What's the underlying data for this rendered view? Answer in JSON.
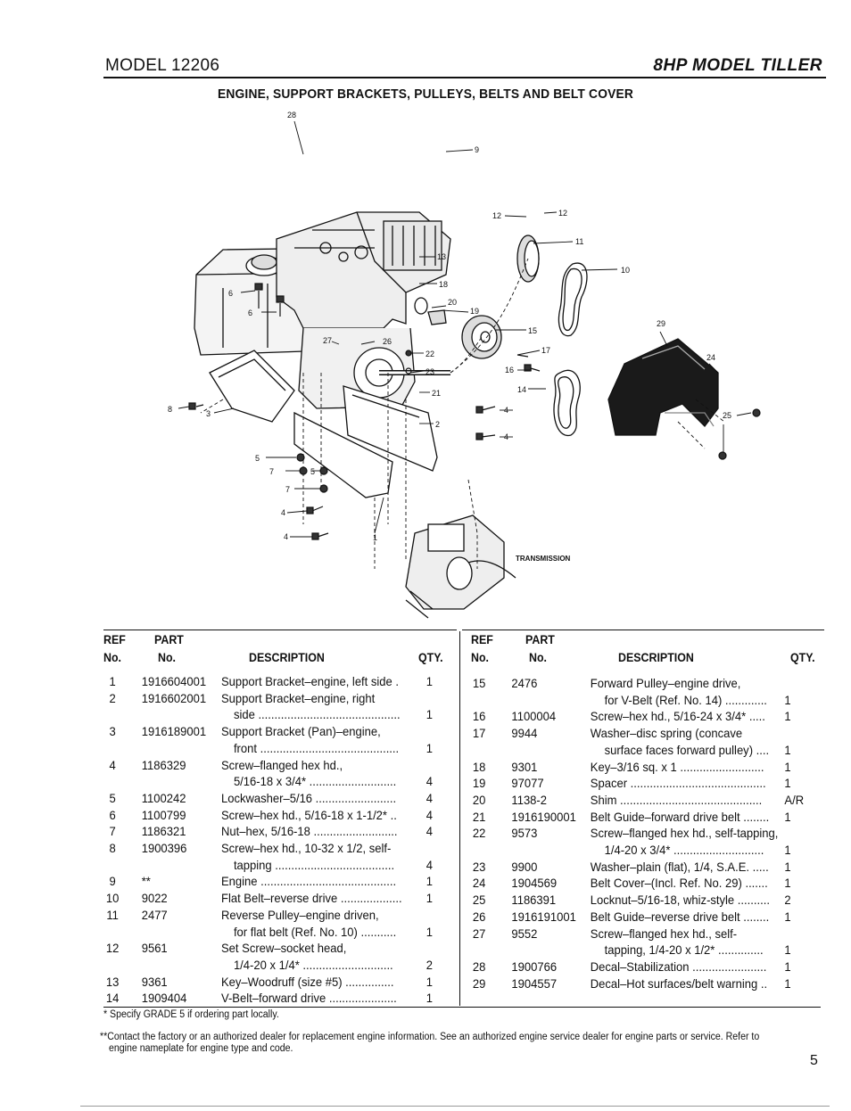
{
  "header": {
    "model": "MODEL 12206",
    "product": "8HP MODEL TILLER",
    "section_title": "ENGINE, SUPPORT BRACKETS, PULLEYS, BELTS AND BELT COVER"
  },
  "diagram": {
    "callouts": [
      "28",
      "9",
      "12",
      "12",
      "11",
      "10",
      "13",
      "18",
      "20",
      "19",
      "15",
      "17",
      "16",
      "14",
      "29",
      "24",
      "25",
      "6",
      "6",
      "27",
      "26",
      "22",
      "23",
      "21",
      "2",
      "4",
      "4",
      "8",
      "3",
      "5",
      "7",
      "5",
      "7",
      "4",
      "4",
      "1"
    ],
    "transmission_label": "TRANSMISSION"
  },
  "table": {
    "headers": {
      "ref_line1": "REF",
      "ref_line2": "No.",
      "part_line1": "PART",
      "part_line2": "No.",
      "description": "DESCRIPTION",
      "qty": "QTY."
    },
    "left_rows": [
      {
        "ref": "1",
        "part": "1916604001",
        "lines": [
          {
            "text": "Support Bracket–engine, left side .",
            "qty": "1"
          }
        ]
      },
      {
        "ref": "2",
        "part": "1916602001",
        "lines": [
          {
            "text": "Support Bracket–engine, right",
            "qty": ""
          },
          {
            "text": "side ............................................",
            "qty": "1"
          }
        ]
      },
      {
        "ref": "3",
        "part": "1916189001",
        "lines": [
          {
            "text": "Support Bracket (Pan)–engine,",
            "qty": ""
          },
          {
            "text": "front ...........................................",
            "qty": "1"
          }
        ]
      },
      {
        "ref": "4",
        "part": "1186329",
        "lines": [
          {
            "text": "Screw–flanged hex hd.,",
            "qty": ""
          },
          {
            "text": "5/16-18 x 3/4* ...........................",
            "qty": "4"
          }
        ]
      },
      {
        "ref": "5",
        "part": "1100242",
        "lines": [
          {
            "text": "Lockwasher–5/16 .........................",
            "qty": "4"
          }
        ]
      },
      {
        "ref": "6",
        "part": "1100799",
        "lines": [
          {
            "text": "Screw–hex hd., 5/16-18 x 1-1/2* ..",
            "qty": "4"
          }
        ]
      },
      {
        "ref": "7",
        "part": "1186321",
        "lines": [
          {
            "text": "Nut–hex, 5/16-18 ..........................",
            "qty": "4"
          }
        ]
      },
      {
        "ref": "8",
        "part": "1900396",
        "lines": [
          {
            "text": "Screw–hex hd., 10-32 x 1/2, self-",
            "qty": ""
          },
          {
            "text": "tapping .....................................",
            "qty": "4"
          }
        ]
      },
      {
        "ref": "9",
        "part": "**",
        "lines": [
          {
            "text": "Engine ..........................................",
            "qty": "1"
          }
        ]
      },
      {
        "ref": "10",
        "part": "9022",
        "lines": [
          {
            "text": "Flat Belt–reverse drive ...................",
            "qty": "1"
          }
        ]
      },
      {
        "ref": "11",
        "part": "2477",
        "lines": [
          {
            "text": "Reverse Pulley–engine driven,",
            "qty": ""
          },
          {
            "text": "for flat belt (Ref. No. 10) ...........",
            "qty": "1"
          }
        ]
      },
      {
        "ref": "12",
        "part": "9561",
        "lines": [
          {
            "text": "Set Screw–socket head,",
            "qty": ""
          },
          {
            "text": "1/4-20 x 1/4* ............................",
            "qty": "2"
          }
        ]
      },
      {
        "ref": "13",
        "part": "9361",
        "lines": [
          {
            "text": "Key–Woodruff (size #5) ...............",
            "qty": "1"
          }
        ]
      },
      {
        "ref": "14",
        "part": "1909404",
        "lines": [
          {
            "text": "V-Belt–forward drive .....................",
            "qty": "1"
          }
        ]
      }
    ],
    "right_rows": [
      {
        "ref": "15",
        "part": "2476",
        "lines": [
          {
            "text": "Forward Pulley–engine drive,",
            "qty": ""
          },
          {
            "text": "for V-Belt (Ref. No. 14) .............",
            "qty": "1"
          }
        ]
      },
      {
        "ref": "16",
        "part": "1100004",
        "lines": [
          {
            "text": "Screw–hex hd., 5/16-24 x 3/4* .....",
            "qty": "1"
          }
        ]
      },
      {
        "ref": "17",
        "part": "9944",
        "lines": [
          {
            "text": "Washer–disc spring (concave",
            "qty": ""
          },
          {
            "text": "surface faces forward pulley) ....",
            "qty": "1"
          }
        ]
      },
      {
        "ref": "18",
        "part": "9301",
        "lines": [
          {
            "text": "Key–3/16 sq. x 1 ..........................",
            "qty": "1"
          }
        ]
      },
      {
        "ref": "19",
        "part": "97077",
        "lines": [
          {
            "text": "Spacer ..........................................",
            "qty": "1"
          }
        ]
      },
      {
        "ref": "20",
        "part": "1138-2",
        "lines": [
          {
            "text": "Shim ............................................",
            "qty": "A/R"
          }
        ]
      },
      {
        "ref": "21",
        "part": "1916190001",
        "lines": [
          {
            "text": "Belt Guide–forward drive belt ........",
            "qty": "1"
          }
        ]
      },
      {
        "ref": "22",
        "part": "9573",
        "lines": [
          {
            "text": "Screw–flanged hex hd., self-tapping,",
            "qty": ""
          },
          {
            "text": "1/4-20 x 3/4* ............................",
            "qty": "1"
          }
        ]
      },
      {
        "ref": "23",
        "part": "9900",
        "lines": [
          {
            "text": "Washer–plain (flat), 1/4, S.A.E. .....",
            "qty": "1"
          }
        ]
      },
      {
        "ref": "24",
        "part": "1904569",
        "lines": [
          {
            "text": "Belt Cover–(Incl. Ref. No. 29) .......",
            "qty": "1"
          }
        ]
      },
      {
        "ref": "25",
        "part": "1186391",
        "lines": [
          {
            "text": "Locknut–5/16-18, whiz-style ..........",
            "qty": "2"
          }
        ]
      },
      {
        "ref": "26",
        "part": "1916191001",
        "lines": [
          {
            "text": "Belt Guide–reverse drive belt ........",
            "qty": "1"
          }
        ]
      },
      {
        "ref": "27",
        "part": "9552",
        "lines": [
          {
            "text": "Screw–flanged hex hd., self-",
            "qty": ""
          },
          {
            "text": "tapping, 1/4-20 x 1/2* ..............",
            "qty": "1"
          }
        ]
      },
      {
        "ref": "28",
        "part": "1900766",
        "lines": [
          {
            "text": "Decal–Stabilization .......................",
            "qty": "1"
          }
        ]
      },
      {
        "ref": "29",
        "part": "1904557",
        "lines": [
          {
            "text": "Decal–Hot surfaces/belt warning ..",
            "qty": "1"
          }
        ]
      }
    ]
  },
  "footnotes": {
    "single": "* Specify GRADE 5 if ordering part locally.",
    "double_line1": "**Contact the factory or an authorized dealer for replacement engine information. See an authorized engine service dealer for engine parts or service. Refer to",
    "double_line2": "engine nameplate for engine type and code."
  },
  "page_number": "5"
}
